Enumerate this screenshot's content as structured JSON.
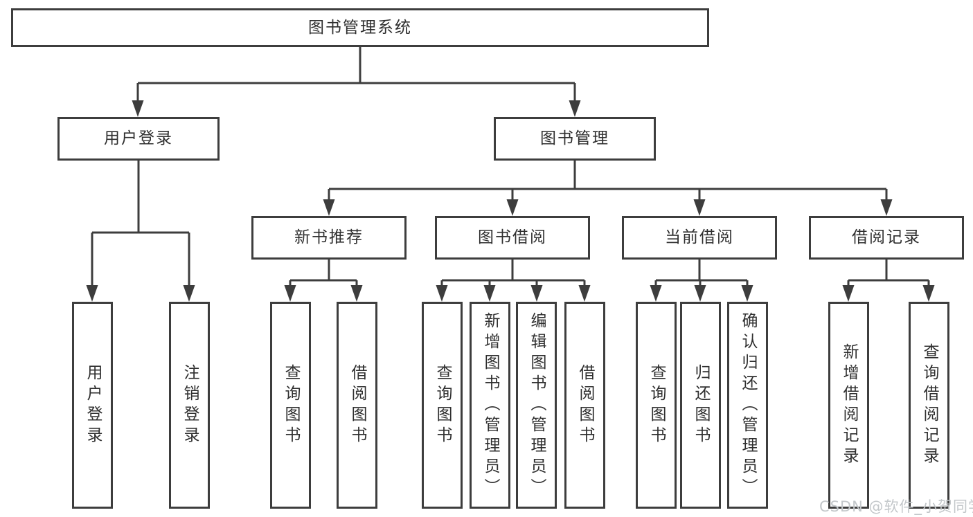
{
  "diagram": {
    "root": {
      "label": "图书管理系统"
    },
    "branches": [
      {
        "label": "用户登录",
        "children": [
          {
            "label": "用户登录"
          },
          {
            "label": "注销登录"
          }
        ]
      },
      {
        "label": "图书管理",
        "children": [
          {
            "label": "新书推荐",
            "children": [
              {
                "label": "查询图书"
              },
              {
                "label": "借阅图书"
              }
            ]
          },
          {
            "label": "图书借阅",
            "children": [
              {
                "label": "查询图书"
              },
              {
                "label": "新增图书（管理员）"
              },
              {
                "label": "编辑图书（管理员）"
              },
              {
                "label": "借阅图书"
              }
            ]
          },
          {
            "label": "当前借阅",
            "children": [
              {
                "label": "查询图书"
              },
              {
                "label": "归还图书"
              },
              {
                "label": "确认归还（管理员）"
              }
            ]
          },
          {
            "label": "借阅记录",
            "children": [
              {
                "label": "新增借阅记录"
              },
              {
                "label": "查询借阅记录"
              }
            ]
          }
        ]
      }
    ]
  },
  "watermark": {
    "text": "CSDN @软件_小贺同学"
  },
  "colors": {
    "line": "#3d3d3d",
    "text": "#2f2f2f",
    "watermark": "#c3c7ca",
    "background": "#ffffff"
  }
}
